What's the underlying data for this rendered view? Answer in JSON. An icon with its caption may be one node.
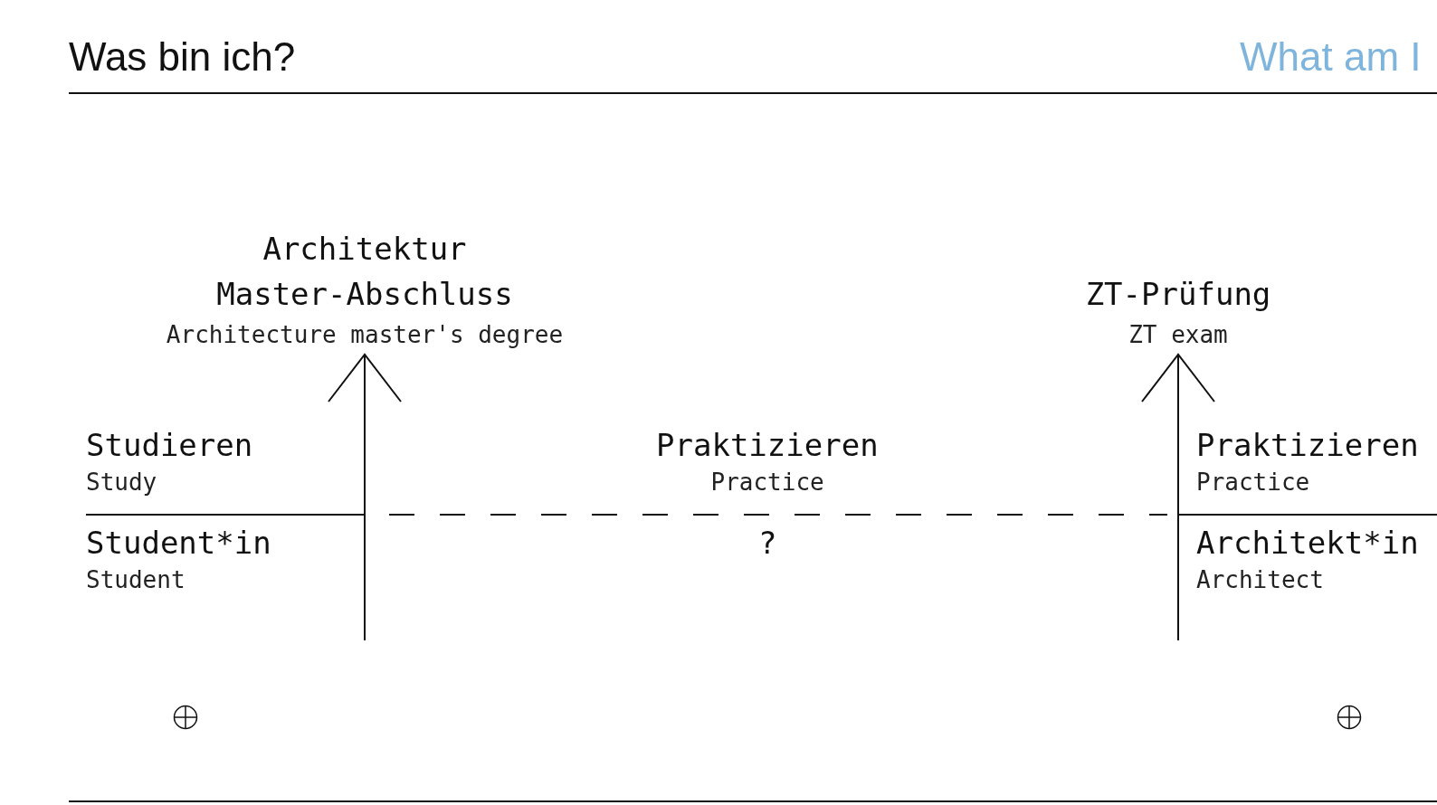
{
  "diagram": {
    "title": "Was bin ich?",
    "nodes": [
      {
        "text": [
          "Architektur Master-Abschluss",
          "Architecture master's degree"
        ]
      },
      {
        "text": [
          "ZT-Prüfung",
          "ZT exam"
        ]
      }
    ],
    "edges": [
      {
        "from": null,
        "to": 0,
        "arrow": "to"
      },
      {
        "from": null,
        "to": 1,
        "arrow": "to"
      }
    ],
    "labels": [
      "What am I",
      "Studieren",
      "Study",
      "Praktizieren",
      "Practice",
      "Praktizieren",
      "Practice",
      "Student*in",
      "Student",
      "?",
      "Architekt*in",
      "Architect"
    ]
  }
}
